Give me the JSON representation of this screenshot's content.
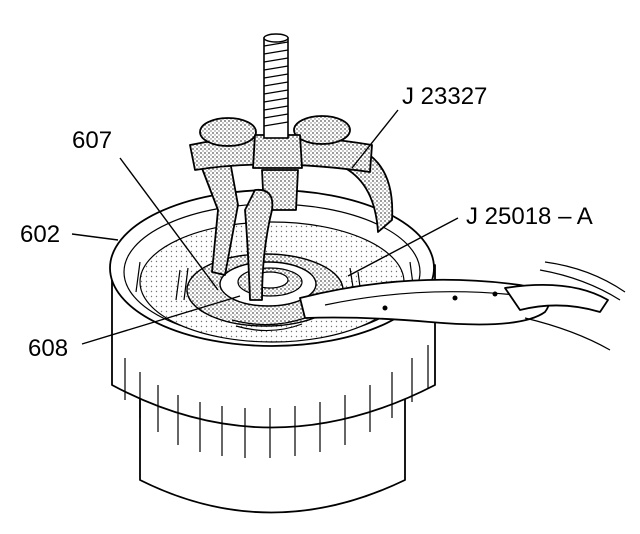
{
  "diagram": {
    "callouts": {
      "tool_puller": "J 23327",
      "tool_compressor": "J 25018 – A",
      "part_607": "607",
      "part_602": "602",
      "part_608": "608"
    },
    "colors": {
      "line": "#000000",
      "stipple": "#b8b8b8",
      "background": "#ffffff"
    }
  }
}
